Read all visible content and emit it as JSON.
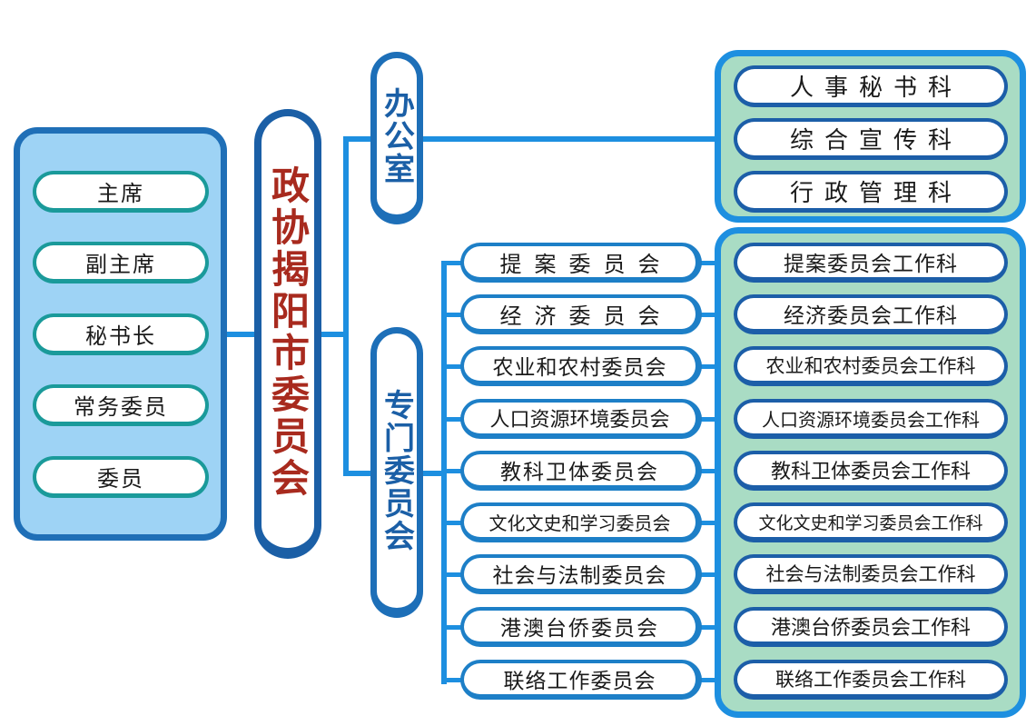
{
  "leadership": {
    "items": [
      "主席",
      "副主席",
      "秘书长",
      "常务委员",
      "委员"
    ]
  },
  "org": {
    "title": "政协揭阳市委员会"
  },
  "office": {
    "title": "办公室",
    "units": [
      "人事秘书科",
      "综合宣传科",
      "行政管理科"
    ]
  },
  "special": {
    "title": "专门委员会",
    "committees": [
      "提案委员会",
      "经济委员会",
      "农业和农村委员会",
      "人口资源环境委员会",
      "教科卫体委员会",
      "文化文史和学习委员会",
      "社会与法制委员会",
      "港澳台侨委员会",
      "联络工作委员会"
    ],
    "departments": [
      "提案委员会工作科",
      "经济委员会工作科",
      "农业和农村委员会工作科",
      "人口资源环境委员会工作科",
      "教科卫体委员会工作科",
      "文化文史和学习委员会工作科",
      "社会与法制委员会工作科",
      "港澳台侨委员会工作科",
      "联络工作委员会工作科"
    ]
  },
  "colors": {
    "panel_border": "#1f6fb7",
    "left_panel_fill": "#9ed3f5",
    "right_panel_fill": "#a9dcc4",
    "connector": "#1d8fe0",
    "main_title": "#a82a1e",
    "sub_title": "#1b5fa6"
  }
}
